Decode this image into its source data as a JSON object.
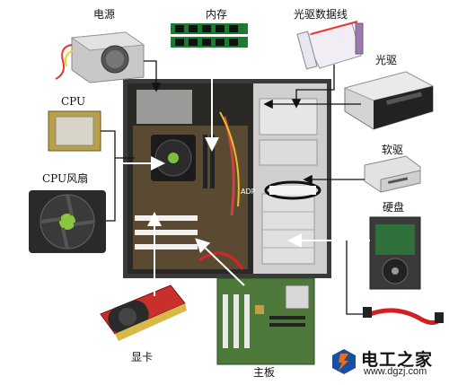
{
  "labels": {
    "psu": "电源",
    "ram": "内存",
    "cable": "光驱数据线",
    "optical": "光驱",
    "cpu": "CPU",
    "cpu_fan": "CPU风扇",
    "floppy": "软驱",
    "hdd": "硬盘",
    "gpu": "显卡",
    "board": "主板"
  },
  "watermark": {
    "name": "电工之家",
    "site": "www.dgzj.com",
    "brand_color": "#1a4fa0",
    "accent_color": "#e8701a"
  }
}
